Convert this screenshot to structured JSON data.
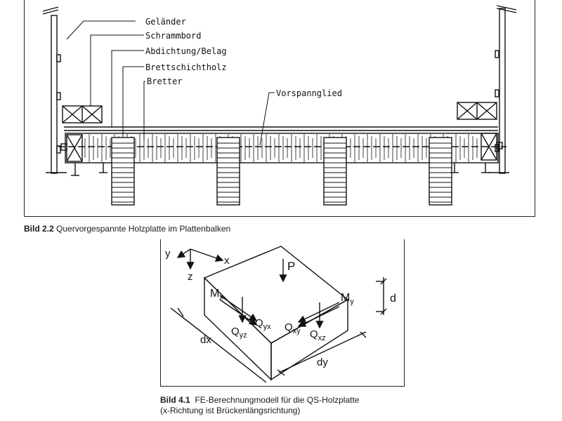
{
  "figure1": {
    "labels": {
      "gelaender": "Geländer",
      "schrammbord": "Schrammbord",
      "abdichtung": "Abdichtung/Belag",
      "brettschichtholz": "Brettschichtholz",
      "bretter": "Bretter",
      "vorspannglied": "Vorspannglied"
    },
    "caption_number": "Bild 2.2",
    "caption_text": "Quervorgespannte Holzplatte im Plattenbalken"
  },
  "figure2": {
    "labels": {
      "y": "y",
      "x": "x",
      "z": "z",
      "P": "P",
      "d": "d",
      "Mx": "M",
      "Mx_sub": "x",
      "My": "M",
      "My_sub": "y",
      "Qyx": "Q",
      "Qyx_sub": "yx",
      "Qyz": "Q",
      "Qyz_sub": "yz",
      "Qxy": "Q",
      "Qxy_sub": "xy",
      "Qxz": "Q",
      "Qxz_sub": "xz",
      "dx": "dx",
      "dy": "dy"
    },
    "caption_number": "Bild 4.1",
    "caption_line1": "FE-Berechnungmodell für die QS-Holzplatte",
    "caption_line2": "(x-Richtung ist Brückenlängsrichtung)"
  }
}
